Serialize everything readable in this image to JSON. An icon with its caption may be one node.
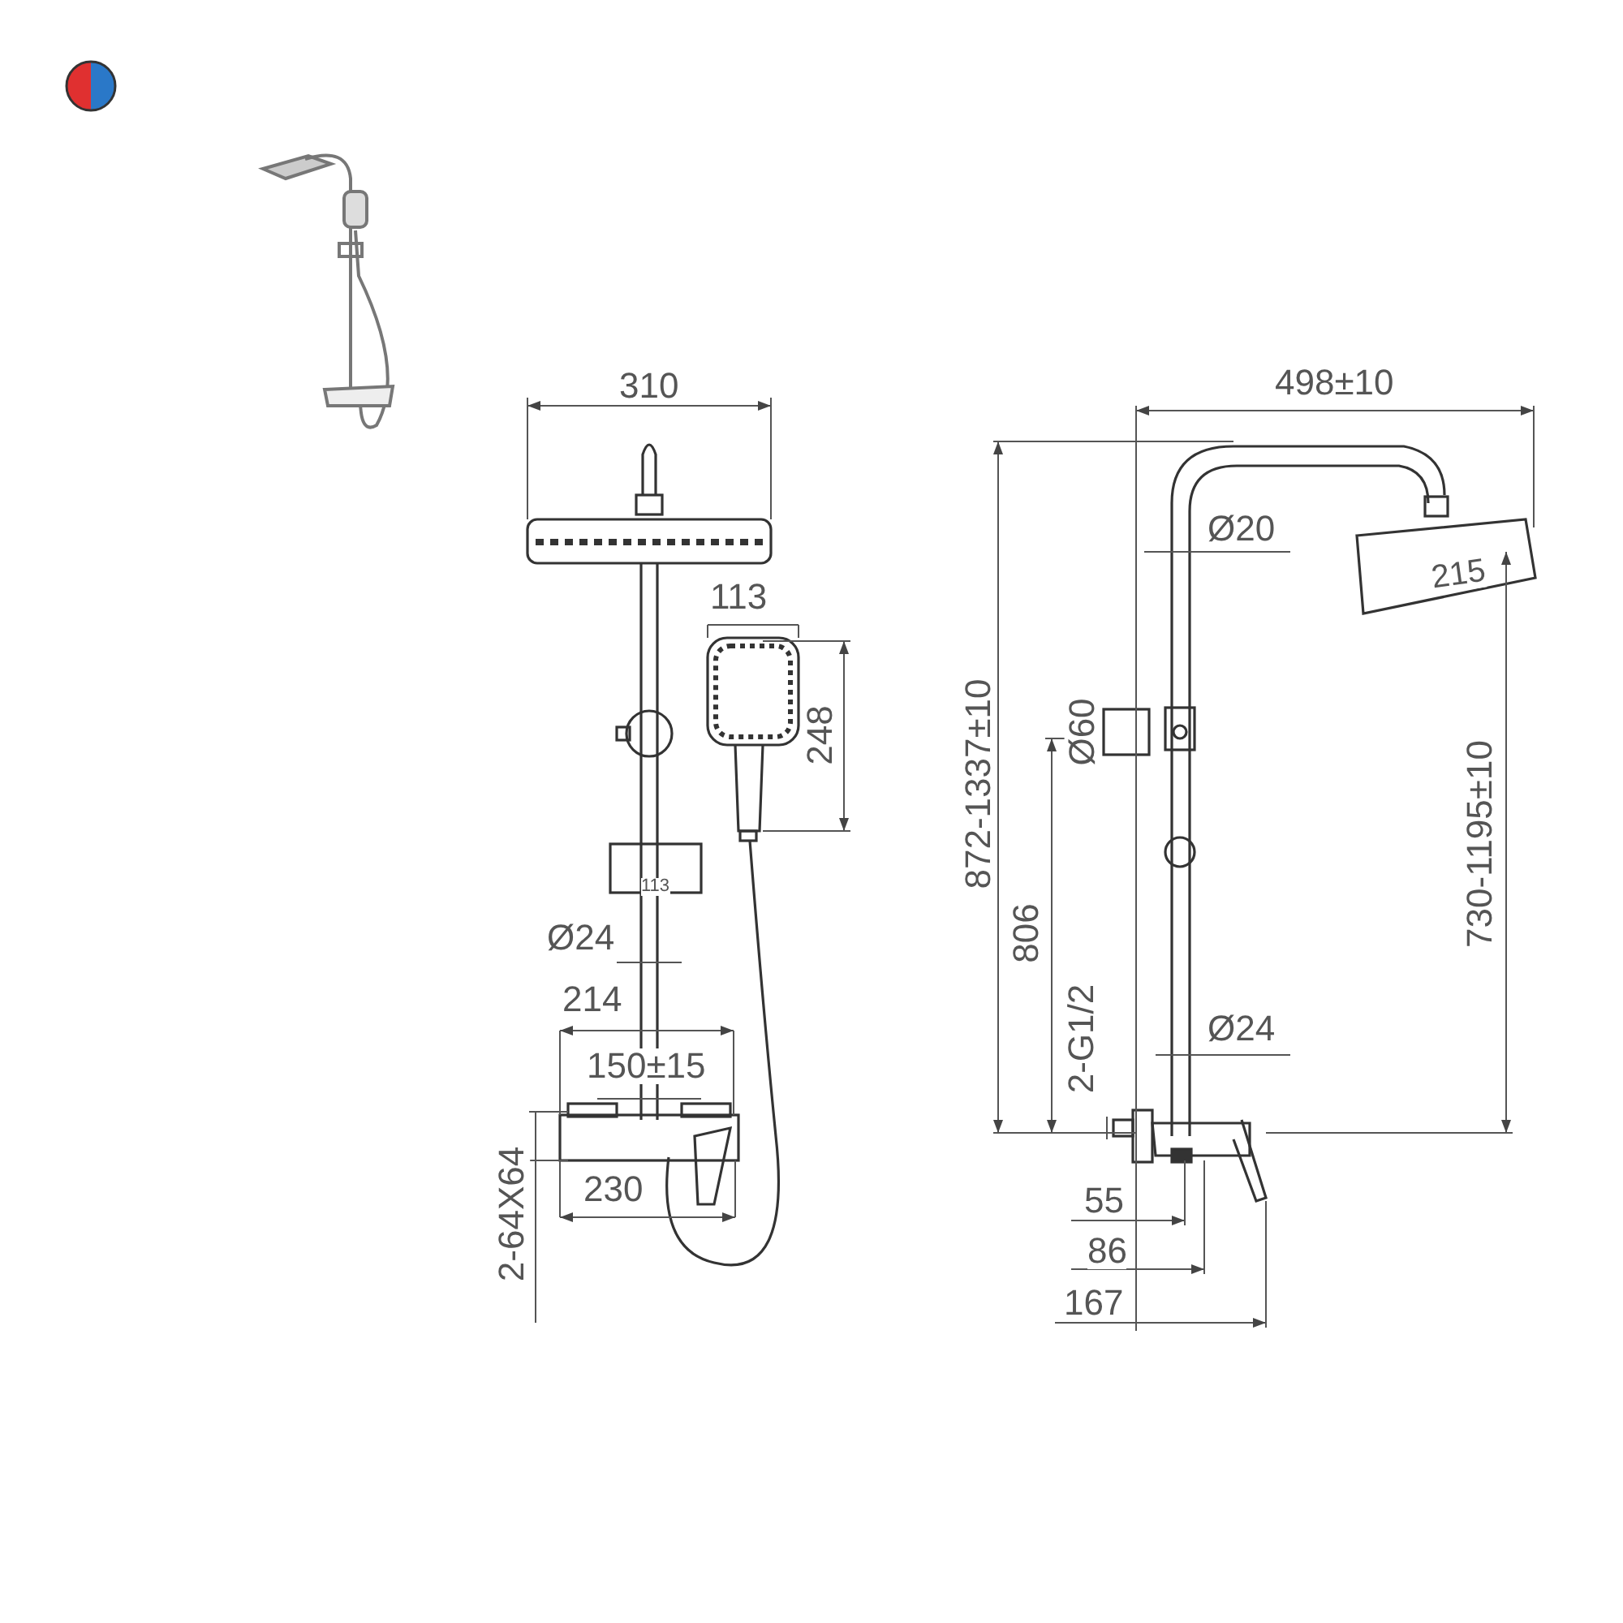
{
  "diagram": {
    "labels": [
      "310",
      "498±10",
      "Ø20",
      "215",
      "113",
      "248",
      "872-1337±10",
      "Ø60",
      "730-1195±10",
      "113",
      "806",
      "Ø24",
      "214",
      "2-G1/2",
      "Ø24",
      "150±15",
      "2-64X64",
      "230",
      "55",
      "86",
      "167"
    ]
  }
}
